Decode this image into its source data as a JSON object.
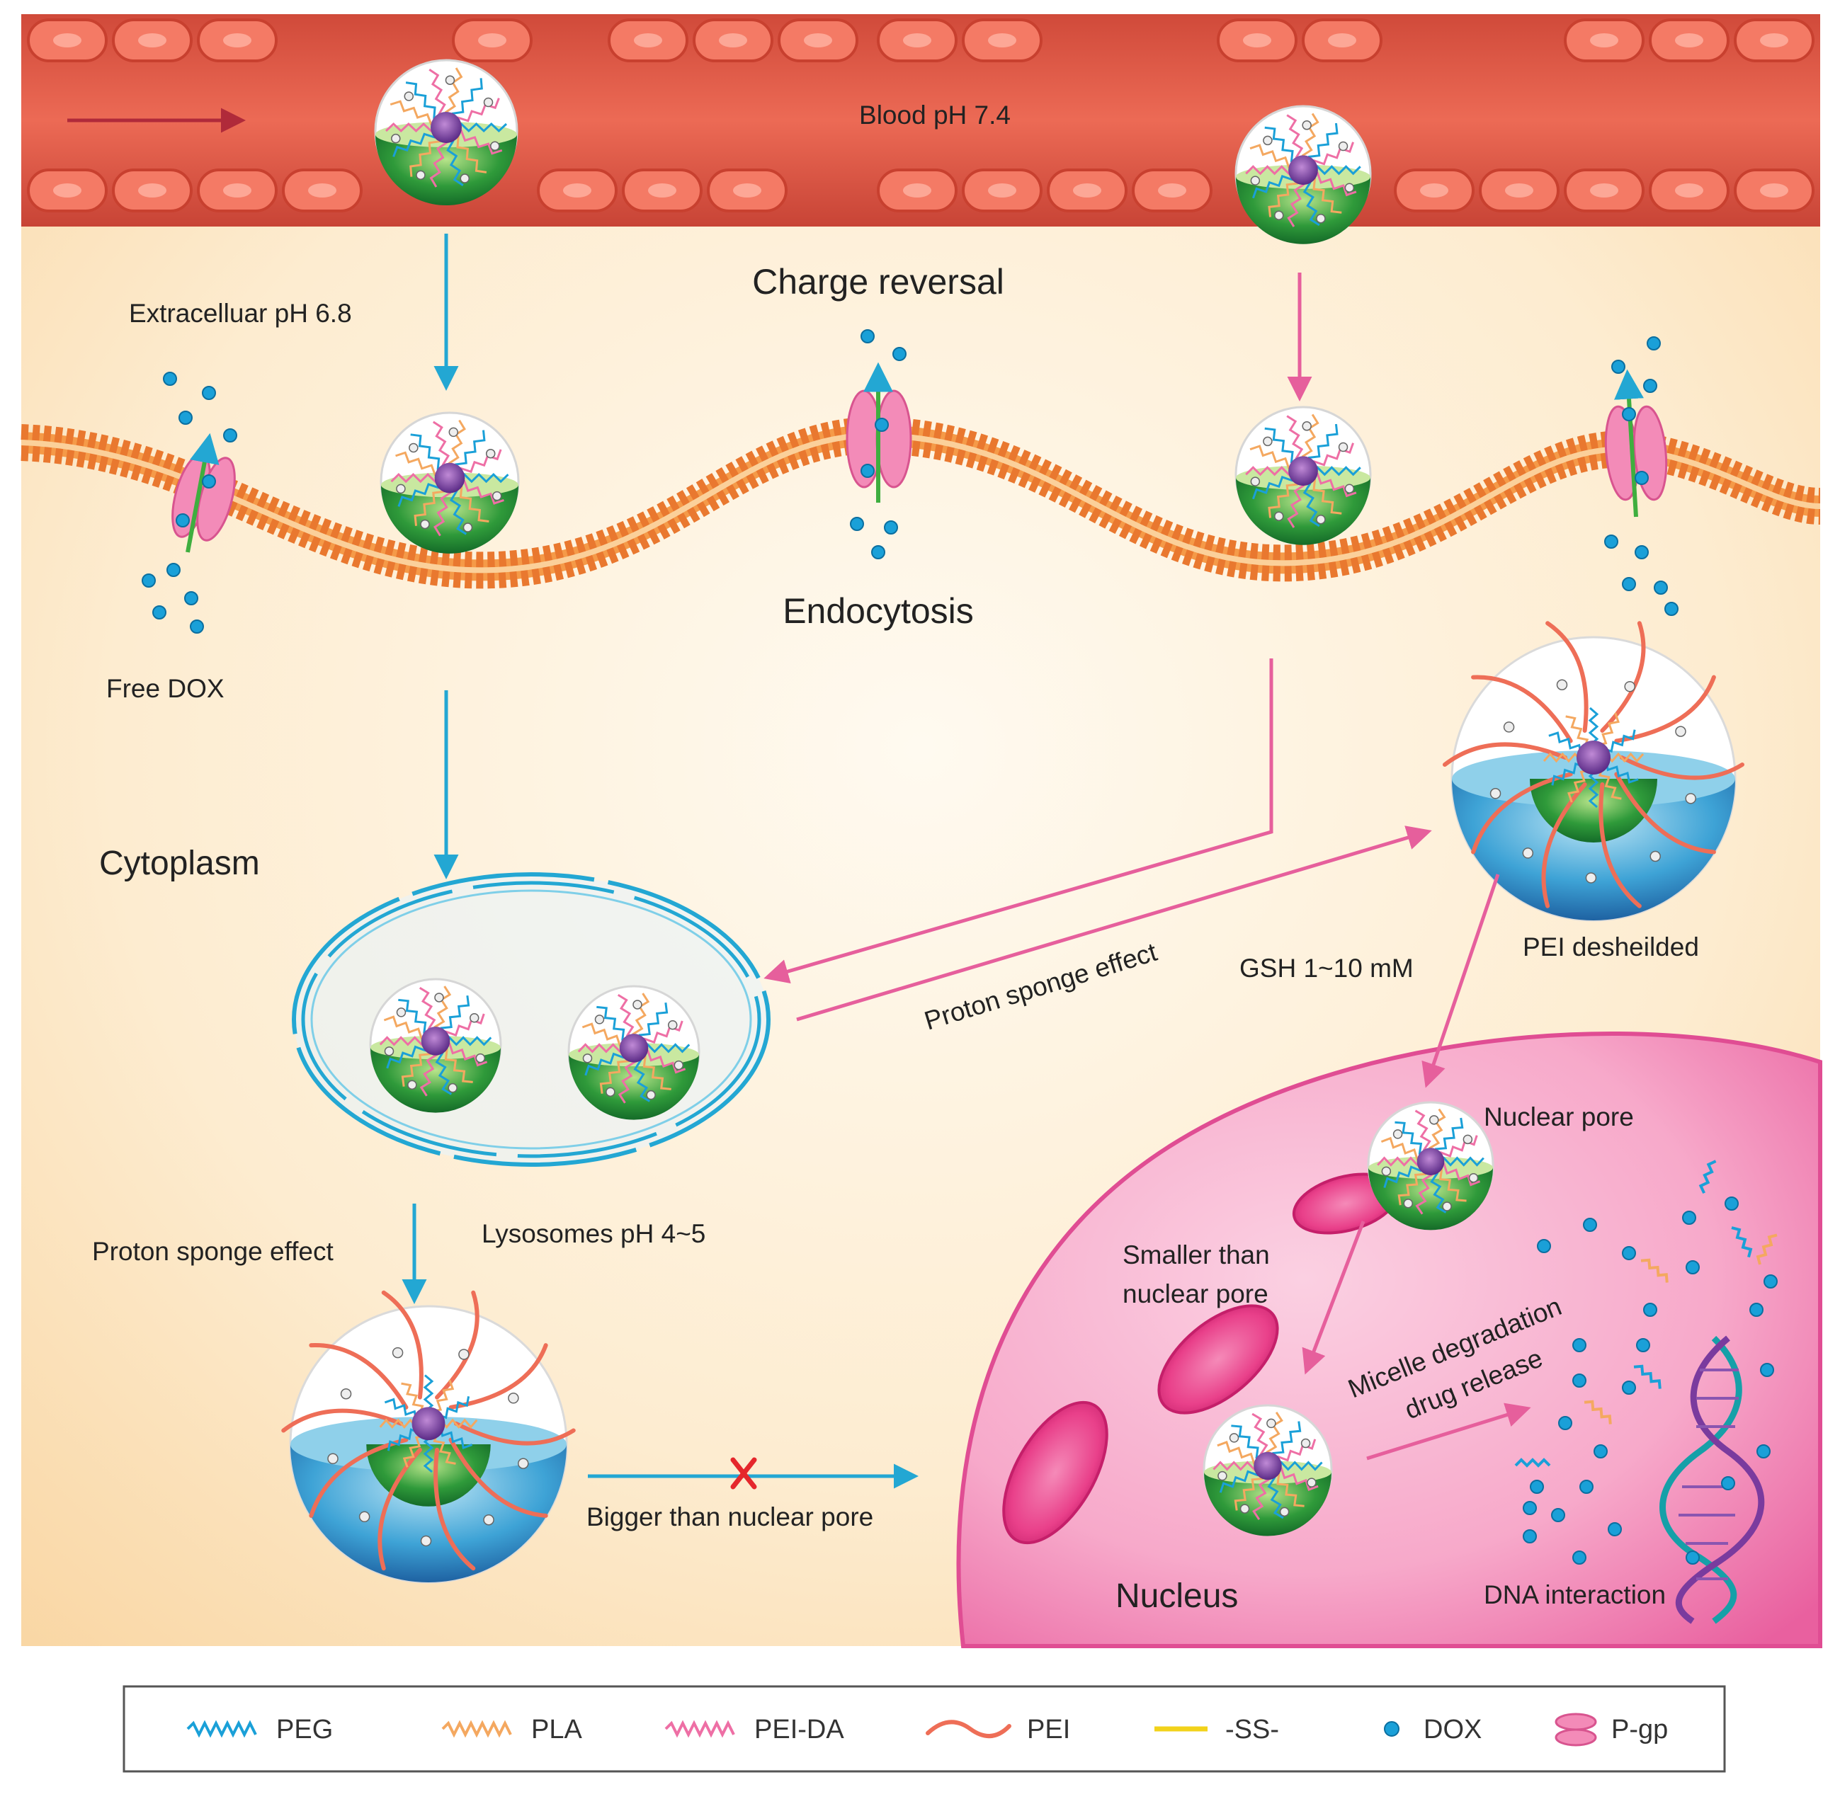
{
  "labels": {
    "blood": "Blood pH 7.4",
    "extracellular": "Extracelluar pH 6.8",
    "charge_reversal": "Charge reversal",
    "free_dox": "Free DOX",
    "endocytosis": "Endocytosis",
    "cytoplasm": "Cytoplasm",
    "proton_sponge_right": "Proton sponge effect",
    "gsh": "GSH 1~10 mM",
    "pei_deshielded": "PEI desheilded",
    "lysosomes": "Lysosomes pH 4~5",
    "proton_sponge_left": "Proton sponge effect",
    "nuclear_pore": "Nuclear pore",
    "smaller_line1": "Smaller than",
    "smaller_line2": "nuclear pore",
    "micelle_line1": "Micelle degradation",
    "micelle_line2": "drug release",
    "bigger": "Bigger than nuclear pore",
    "nucleus": "Nucleus",
    "dna_interaction": "DNA interaction"
  },
  "legend": [
    {
      "label": "PEG",
      "icon": "peg-wave-icon",
      "color": "#1aa0d8"
    },
    {
      "label": "PLA",
      "icon": "pla-wave-icon",
      "color": "#f4a860"
    },
    {
      "label": "PEI-DA",
      "icon": "pei-da-wave-icon",
      "color": "#ee6fa5"
    },
    {
      "label": "PEI",
      "icon": "pei-curve-icon",
      "color": "#ee6e57"
    },
    {
      "label": "-SS-",
      "icon": "ss-line-icon",
      "color": "#f2d21a"
    },
    {
      "label": "DOX",
      "icon": "dox-dot-icon",
      "color": "#1aa0d8"
    },
    {
      "label": "P-gp",
      "icon": "pgp-icon",
      "color": "#f38bb8"
    }
  ],
  "colors": {
    "blood": "#e85a4a",
    "cytoplasm": "#fde9c8",
    "nucleus": "#f69ac3",
    "arrow_blue": "#23a7d3",
    "arrow_pink": "#e65f9c",
    "membrane": "#f08a3c"
  }
}
